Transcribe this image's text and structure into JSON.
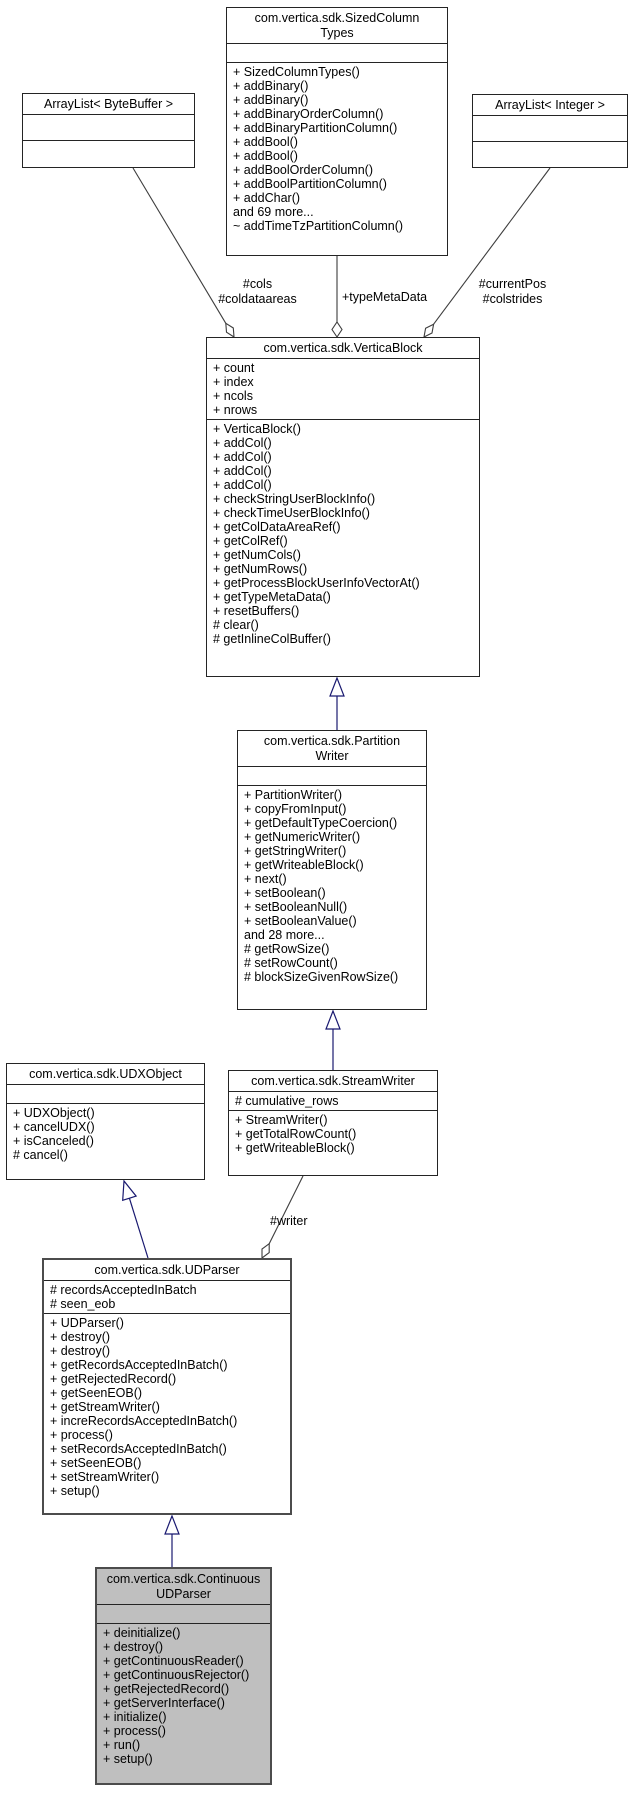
{
  "colors": {
    "inheritance_edge": "#191970",
    "aggregation_edge": "#3d3d3d",
    "node_border": "#242424",
    "highlight_node_fill": "#bfbfbf",
    "node_fill": "#ffffff"
  },
  "edge_labels": {
    "cols": "#cols",
    "coldataareas": "#coldataareas",
    "type_meta_data": "+typeMetaData",
    "current_pos": "#currentPos",
    "colstrides": "#colstrides",
    "writer": "#writer"
  },
  "classes": [
    {
      "id": "sized_column_types",
      "title_lines": [
        "com.vertica.sdk.SizedColumn",
        "Types"
      ],
      "attributes": [],
      "methods": [
        "+ SizedColumnTypes()",
        "+ addBinary()",
        "+ addBinary()",
        "+ addBinaryOrderColumn()",
        "+ addBinaryPartitionColumn()",
        "+ addBool()",
        "+ addBool()",
        "+ addBoolOrderColumn()",
        "+ addBoolPartitionColumn()",
        "+ addChar()",
        "and 69 more...",
        "~ addTimeTzPartitionColumn()"
      ]
    },
    {
      "id": "arraylist_bytebuffer",
      "title_lines": [
        "ArrayList< ByteBuffer >"
      ],
      "attributes": [],
      "methods": []
    },
    {
      "id": "arraylist_integer",
      "title_lines": [
        "ArrayList< Integer >"
      ],
      "attributes": [],
      "methods": []
    },
    {
      "id": "vertica_block",
      "title_lines": [
        "com.vertica.sdk.VerticaBlock"
      ],
      "attributes": [
        "+ count",
        "+ index",
        "+ ncols",
        "+ nrows"
      ],
      "methods": [
        "+ VerticaBlock()",
        "+ addCol()",
        "+ addCol()",
        "+ addCol()",
        "+ addCol()",
        "+ checkStringUserBlockInfo()",
        "+ checkTimeUserBlockInfo()",
        "+ getColDataAreaRef()",
        "+ getColRef()",
        "+ getNumCols()",
        "+ getNumRows()",
        "+ getProcessBlockUserInfoVectorAt()",
        "+ getTypeMetaData()",
        "+ resetBuffers()",
        "# clear()",
        "# getInlineColBuffer()"
      ]
    },
    {
      "id": "partition_writer",
      "title_lines": [
        "com.vertica.sdk.Partition",
        "Writer"
      ],
      "attributes": [],
      "methods": [
        "+ PartitionWriter()",
        "+ copyFromInput()",
        "+ getDefaultTypeCoercion()",
        "+ getNumericWriter()",
        "+ getStringWriter()",
        "+ getWriteableBlock()",
        "+ next()",
        "+ setBoolean()",
        "+ setBooleanNull()",
        "+ setBooleanValue()",
        "and 28 more...",
        "# getRowSize()",
        "# setRowCount()",
        "# blockSizeGivenRowSize()"
      ]
    },
    {
      "id": "udx_object",
      "title_lines": [
        "com.vertica.sdk.UDXObject"
      ],
      "attributes": [],
      "methods": [
        "+ UDXObject()",
        "+ cancelUDX()",
        "+ isCanceled()",
        "# cancel()"
      ]
    },
    {
      "id": "stream_writer",
      "title_lines": [
        "com.vertica.sdk.StreamWriter"
      ],
      "attributes": [
        "# cumulative_rows"
      ],
      "methods": [
        "+ StreamWriter()",
        "+ getTotalRowCount()",
        "+ getWriteableBlock()"
      ]
    },
    {
      "id": "ud_parser",
      "title_lines": [
        "com.vertica.sdk.UDParser"
      ],
      "attributes": [
        "# recordsAcceptedInBatch",
        "# seen_eob"
      ],
      "methods": [
        "+ UDParser()",
        "+ destroy()",
        "+ destroy()",
        "+ getRecordsAcceptedInBatch()",
        "+ getRejectedRecord()",
        "+ getSeenEOB()",
        "+ getStreamWriter()",
        "+ increRecordsAcceptedInBatch()",
        "+ process()",
        "+ setRecordsAcceptedInBatch()",
        "+ setSeenEOB()",
        "+ setStreamWriter()",
        "+ setup()"
      ]
    },
    {
      "id": "continuous_ud_parser",
      "highlighted": true,
      "title_lines": [
        "com.vertica.sdk.Continuous",
        "UDParser"
      ],
      "attributes": [],
      "methods": [
        "+ deinitialize()",
        "+ destroy()",
        "+ getContinuousReader()",
        "+ getContinuousRejector()",
        "+ getRejectedRecord()",
        "+ getServerInterface()",
        "+ initialize()",
        "+ process()",
        "+ run()",
        "+ setup()"
      ]
    }
  ]
}
